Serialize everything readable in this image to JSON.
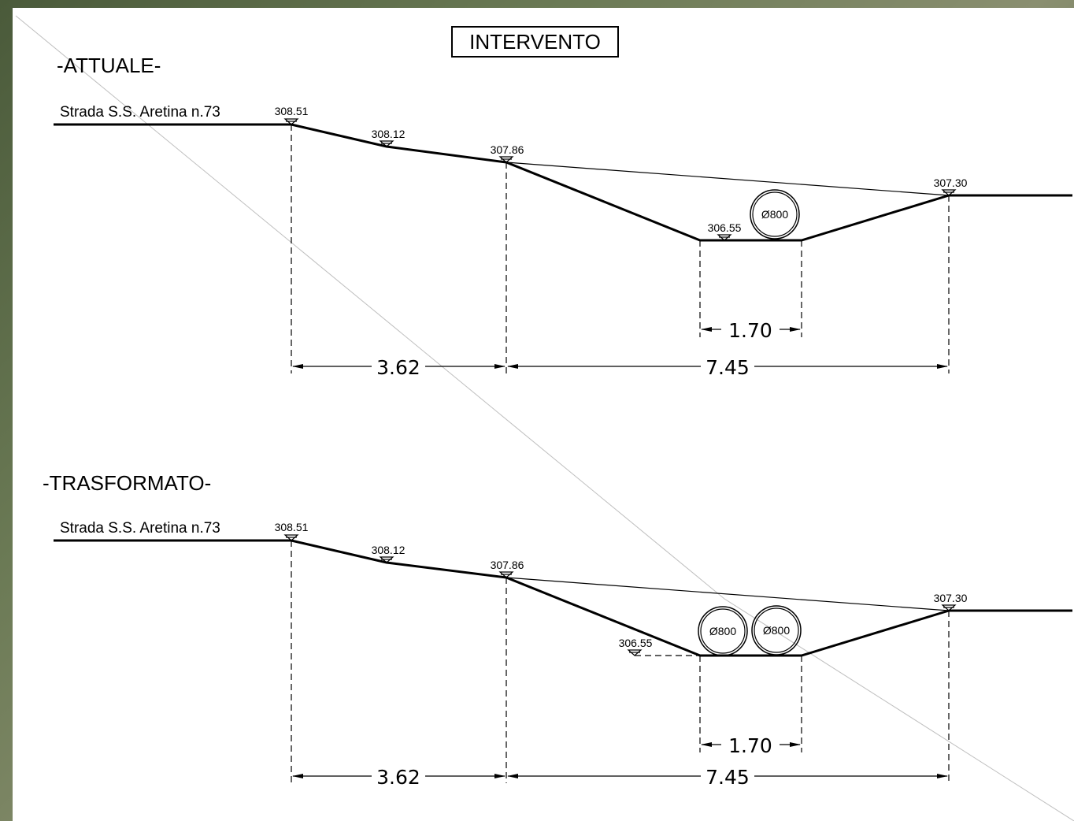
{
  "title": "INTERVENTO",
  "sections": [
    {
      "heading": "-ATTUALE-",
      "road_label": "Strada S.S. Aretina n.73",
      "elevations": [
        "308.51",
        "308.12",
        "307.86",
        "306.55",
        "307.30"
      ],
      "pipes": [
        "Ø800"
      ],
      "dimensions": {
        "bottom_width": "1.70",
        "left_span": "3.62",
        "right_span": "7.45"
      }
    },
    {
      "heading": "-TRASFORMATO-",
      "road_label": "Strada S.S. Aretina n.73",
      "elevations": [
        "308.51",
        "308.12",
        "307.86",
        "306.55",
        "307.30"
      ],
      "pipes": [
        "Ø800",
        "Ø800"
      ],
      "dimensions": {
        "bottom_width": "1.70",
        "left_span": "3.62",
        "right_span": "7.45"
      }
    }
  ]
}
